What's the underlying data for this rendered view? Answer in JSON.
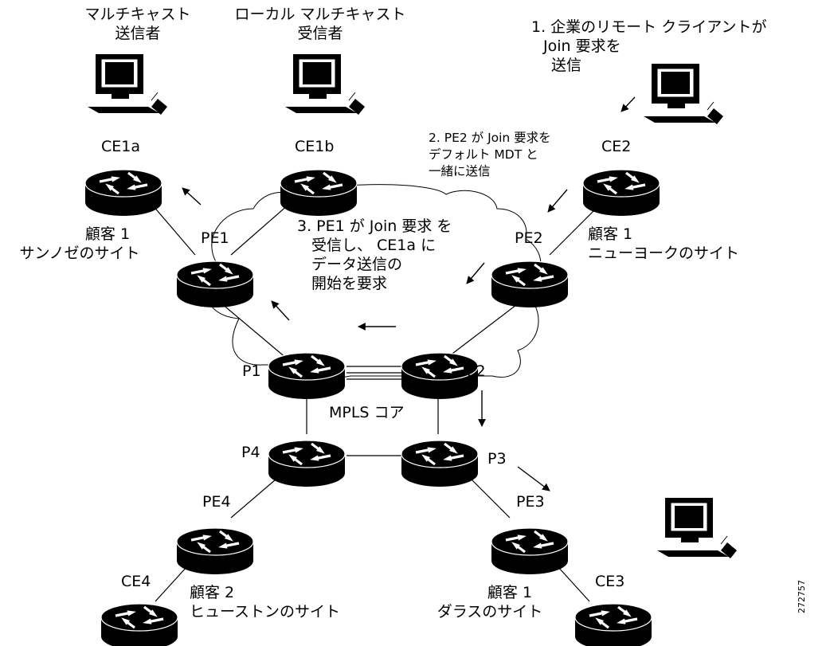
{
  "figure": {
    "id": "272757",
    "hosts": {
      "sender": {
        "label_lines": [
          "マルチキャスト",
          "送信者"
        ]
      },
      "local_receiver": {
        "label_lines": [
          "ローカル マルチキャスト",
          "受信者"
        ]
      },
      "remote_client": {
        "label_lines": [
          "1. 企業のリモート クライアントが",
          "Join 要求を",
          "送信"
        ]
      }
    },
    "routers": {
      "ce1a": "CE1a",
      "ce1b": "CE1b",
      "ce2": "CE2",
      "ce3": "CE3",
      "ce4": "CE4",
      "pe1": "PE1",
      "pe2": "PE2",
      "pe3": "PE3",
      "pe4": "PE4",
      "p1": "P1",
      "p2": "P2",
      "p3": "P3",
      "p4": "P4"
    },
    "sites": {
      "san_jose": [
        "顧客 1",
        "サンノゼのサイト"
      ],
      "new_york": [
        "顧客 1",
        "ニューヨークのサイト"
      ],
      "houston": [
        "顧客 2",
        "ヒューストンのサイト"
      ],
      "dallas": [
        "顧客 1",
        "ダラスのサイト"
      ]
    },
    "steps": {
      "step2": [
        "2. PE2 が Join 要求を",
        "デフォルト MDT と",
        "一緒に送信"
      ],
      "step3": [
        "3. PE1 が Join 要求 を",
        "受信し、 CE1a に",
        "データ送信の",
        "開始を要求"
      ]
    },
    "core_label": "MPLS コア"
  }
}
